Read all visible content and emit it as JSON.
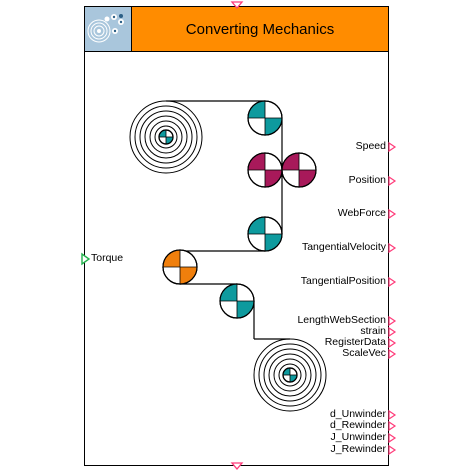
{
  "block": {
    "title": "Converting Mechanics",
    "colors": {
      "header": "#ff8c00",
      "icon_bg": "#a9c6dc",
      "roller_teal": "#0e9a9e",
      "roller_magenta": "#a8195a",
      "roller_orange": "#f07f0c",
      "port_green": "#22b14c",
      "port_pink": "#ff3b7a"
    }
  },
  "ports": {
    "inputs": [
      {
        "label": "Torque",
        "icon": "green-triangle-input"
      }
    ],
    "outputs": [
      {
        "label": "Speed"
      },
      {
        "label": "Position"
      },
      {
        "label": "WebForce"
      },
      {
        "label": "TangentialVelocity"
      },
      {
        "label": "TangentialPosition"
      },
      {
        "label": "LengthWebSection"
      },
      {
        "label": "strain"
      },
      {
        "label": "RegisterData"
      },
      {
        "label": "ScaleVec"
      },
      {
        "label": "d_Unwinder"
      },
      {
        "label": "d_Rewinder"
      },
      {
        "label": "J_Unwinder"
      },
      {
        "label": "J_Rewinder"
      }
    ]
  },
  "icons": {
    "block_icon": "web-rolls-icon",
    "top_connector": "pink-triangle-top-icon",
    "bottom_connector": "pink-triangle-bottom-icon"
  }
}
